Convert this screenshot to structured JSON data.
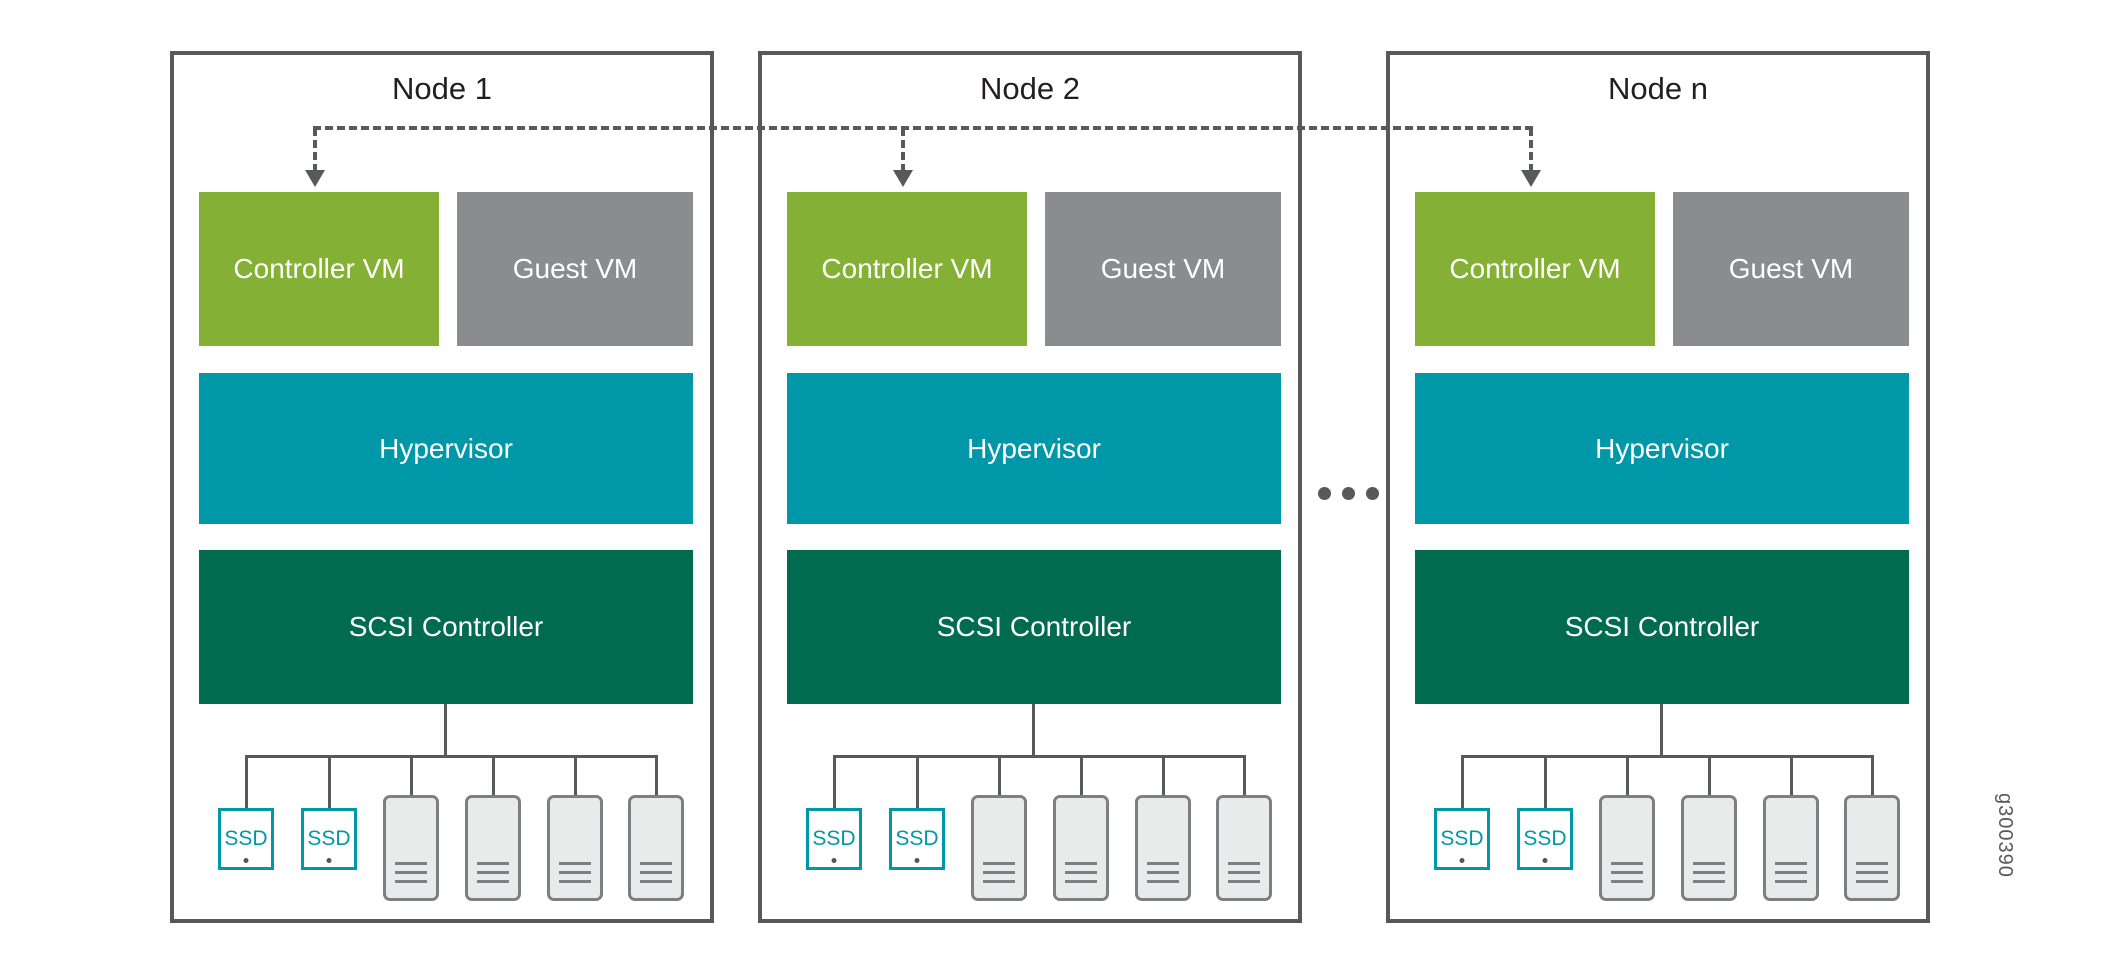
{
  "diagram": {
    "figure_id": "g300390",
    "ellipsis": "...",
    "colors": {
      "controller_vm": "#84b135",
      "guest_vm": "#8a8c8e",
      "hypervisor": "#0097a9",
      "scsi_controller": "#006b4f",
      "node_border": "#58595b",
      "connector": "#58595b",
      "ssd_accent": "#0097a9",
      "hdd_fill": "#e9eaea",
      "hdd_border": "#7d7f82"
    },
    "nodes": [
      {
        "title": "Node 1",
        "controller_vm": "Controller VM",
        "guest_vm": "Guest VM",
        "hypervisor": "Hypervisor",
        "scsi_controller": "SCSI Controller",
        "ssd_label": "SSD",
        "ssd_count": 2,
        "hdd_count": 4
      },
      {
        "title": "Node 2",
        "controller_vm": "Controller VM",
        "guest_vm": "Guest VM",
        "hypervisor": "Hypervisor",
        "scsi_controller": "SCSI Controller",
        "ssd_label": "SSD",
        "ssd_count": 2,
        "hdd_count": 4
      },
      {
        "title": "Node n",
        "controller_vm": "Controller VM",
        "guest_vm": "Guest VM",
        "hypervisor": "Hypervisor",
        "scsi_controller": "SCSI Controller",
        "ssd_label": "SSD",
        "ssd_count": 2,
        "hdd_count": 4
      }
    ]
  }
}
